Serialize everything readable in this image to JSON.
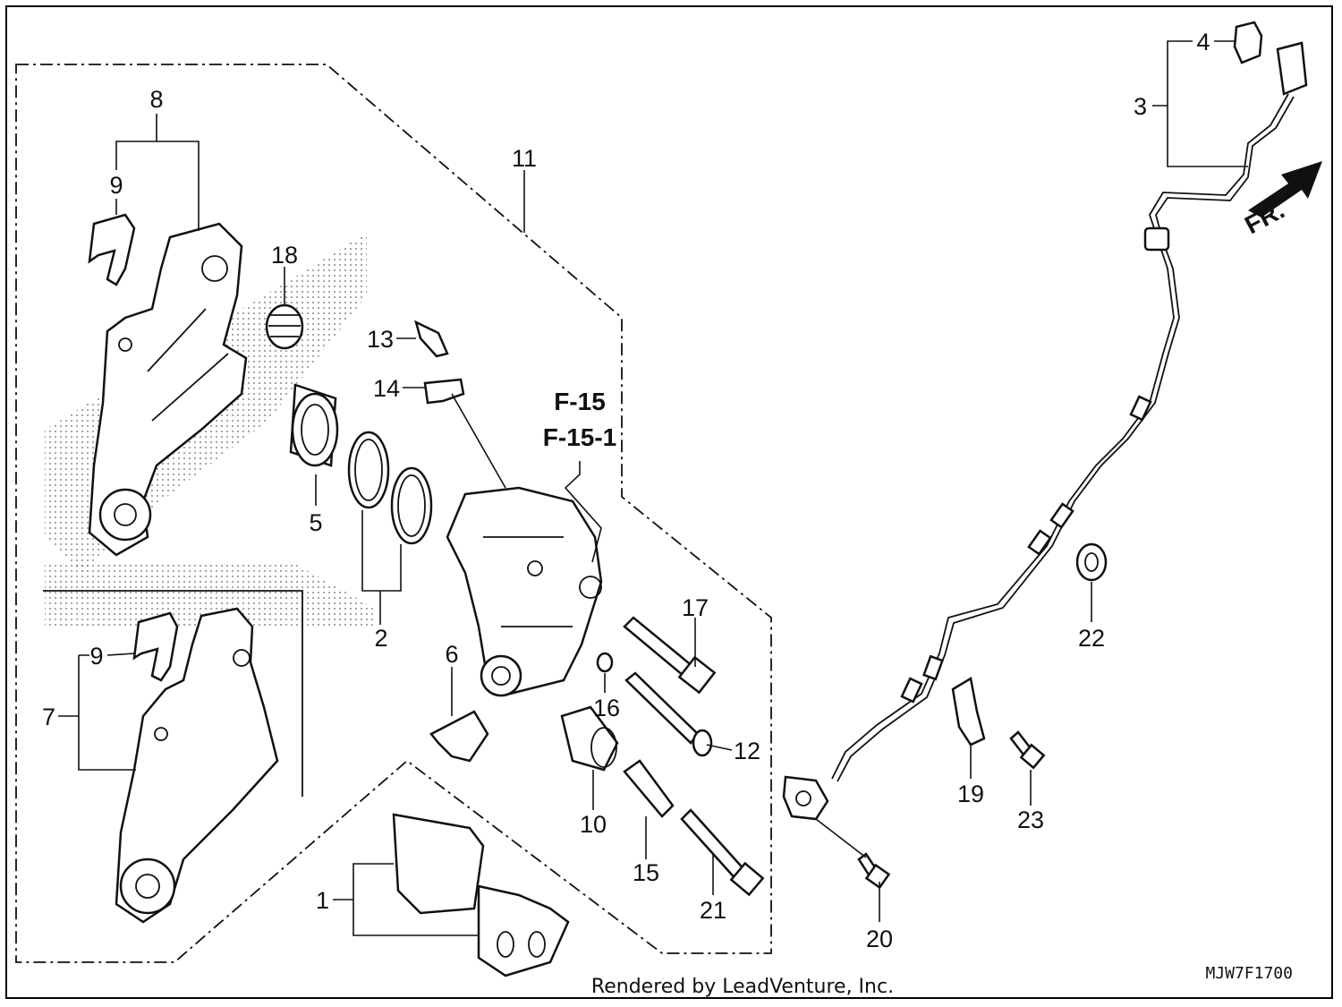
{
  "diagram": {
    "callouts": [
      "1",
      "2",
      "3",
      "4",
      "5",
      "6",
      "7",
      "8",
      "9",
      "9",
      "10",
      "11",
      "12",
      "13",
      "14",
      "15",
      "16",
      "17",
      "18",
      "19",
      "20",
      "21",
      "22",
      "23"
    ],
    "reference": {
      "line1": "F-15",
      "line2": "F-15-1"
    },
    "direction_label": "FR.",
    "diagram_code": "MJW7F1700"
  },
  "footer": {
    "rendered_by": "Rendered by LeadVenture, Inc."
  }
}
